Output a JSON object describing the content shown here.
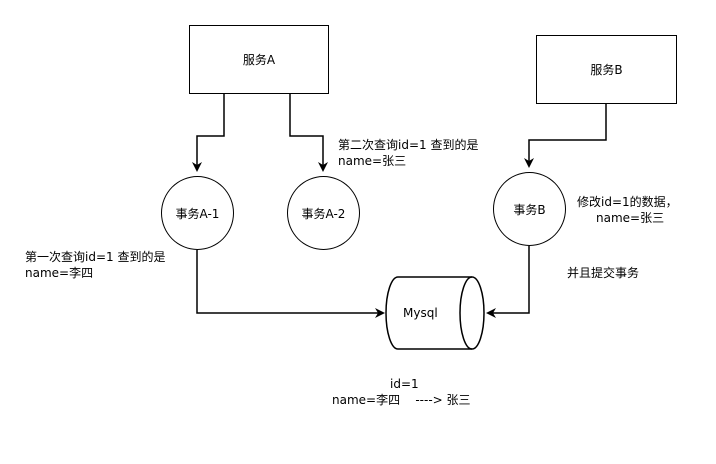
{
  "nodes": {
    "service_a": "服务A",
    "service_b": "服务B",
    "tx_a1": "事务A-1",
    "tx_a2": "事务A-2",
    "tx_b": "事务B",
    "mysql": "Mysql"
  },
  "annotations": {
    "a2_query_line1": "第二次查询id=1 查到的是",
    "a2_query_line2": "name=张三",
    "a1_query_line1": "第一次查询id=1 查到的是",
    "a1_query_line2": "name=李四",
    "b_update_line1": "修改id=1的数据，",
    "b_update_line2": "name=张三",
    "b_commit": "并且提交事务",
    "db_state_line1": "id=1",
    "db_state_line2": "name=李四    ----> 张三"
  }
}
